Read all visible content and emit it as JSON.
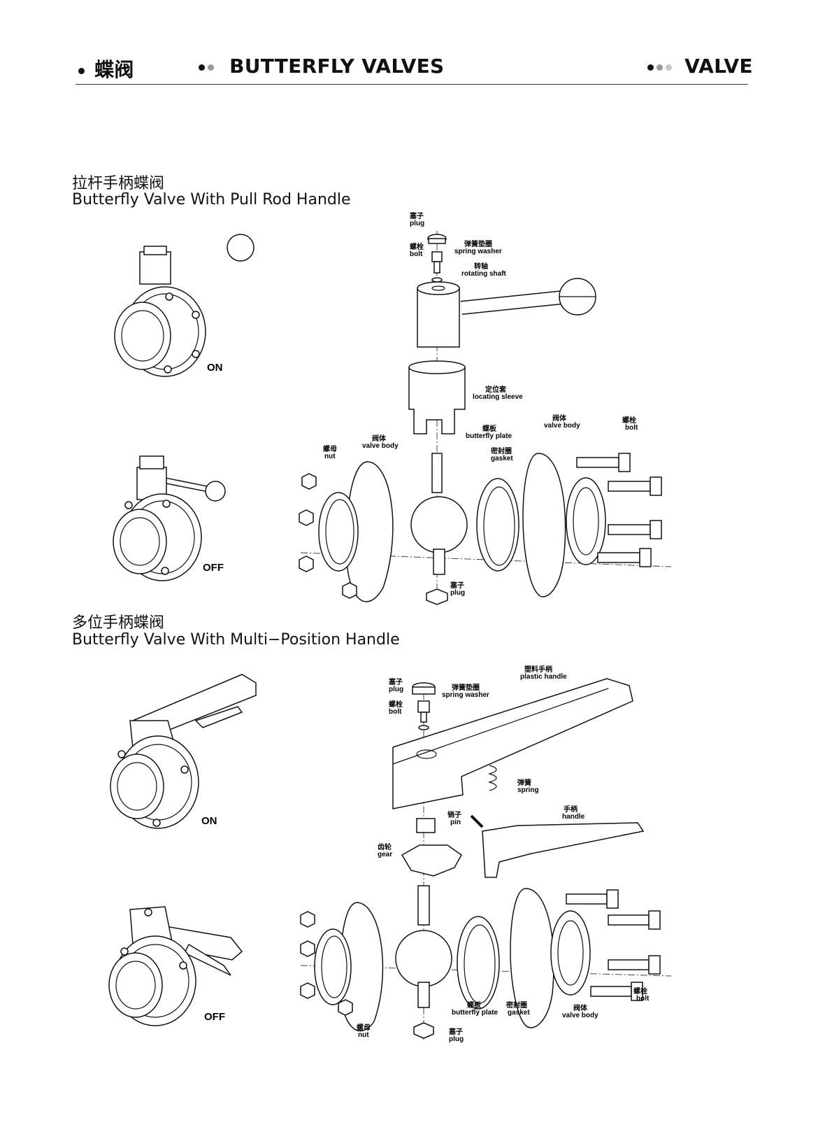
{
  "header": {
    "cn_title": "蝶阀",
    "en_title": "BUTTERFLY VALVES",
    "category": "VALVE"
  },
  "section1": {
    "cn": "拉杆手柄蝶阀",
    "en": "Butterfly Valve With Pull Rod Handle",
    "state_on": "ON",
    "state_off": "OFF",
    "labels": {
      "plug_top_cn": "塞子",
      "plug_top_en": "plug",
      "bolt_top_cn": "螺栓",
      "bolt_top_en": "bolt",
      "spring_washer_cn": "弹簧垫圈",
      "spring_washer_en": "spring washer",
      "rotating_shaft_cn": "转轴",
      "rotating_shaft_en": "rotating shaft",
      "locating_sleeve_cn": "定位套",
      "locating_sleeve_en": "locating sleeve",
      "valve_body_r_cn": "阀体",
      "valve_body_r_en": "valve body",
      "bolt_r_cn": "螺栓",
      "bolt_r_en": "bolt",
      "butterfly_plate_cn": "蝶板",
      "butterfly_plate_en": "butterfly plate",
      "gasket_cn": "密封圈",
      "gasket_en": "gasket",
      "valve_body_l_cn": "阀体",
      "valve_body_l_en": "valve body",
      "nut_cn": "螺母",
      "nut_en": "nut",
      "plug_bot_cn": "塞子",
      "plug_bot_en": "plug"
    }
  },
  "section2": {
    "cn": "多位手柄蝶阀",
    "en": "Butterfly Valve With Multi−Position Handle",
    "state_on": "ON",
    "state_off": "OFF",
    "labels": {
      "plug_top_cn": "塞子",
      "plug_top_en": "plug",
      "spring_washer_cn": "弹簧垫圈",
      "spring_washer_en": "spring washer",
      "plastic_handle_cn": "塑料手柄",
      "plastic_handle_en": "plastic handle",
      "bolt_top_cn": "螺栓",
      "bolt_top_en": "bolt",
      "spring_cn": "弹簧",
      "spring_en": "spring",
      "pin_cn": "销子",
      "pin_en": "pin",
      "handle_cn": "手柄",
      "handle_en": "handle",
      "gear_cn": "齿轮",
      "gear_en": "gear",
      "butterfly_plate_cn": "蝶板",
      "butterfly_plate_en": "butterfly plate",
      "gasket_cn": "密封圈",
      "gasket_en": "gasket",
      "valve_body_cn": "阀体",
      "valve_body_en": "valve body",
      "bolt_r_cn": "螺栓",
      "bolt_r_en": "bolt",
      "nut_cn": "螺母",
      "nut_en": "nut",
      "plug_bot_cn": "塞子",
      "plug_bot_en": "plug"
    }
  }
}
